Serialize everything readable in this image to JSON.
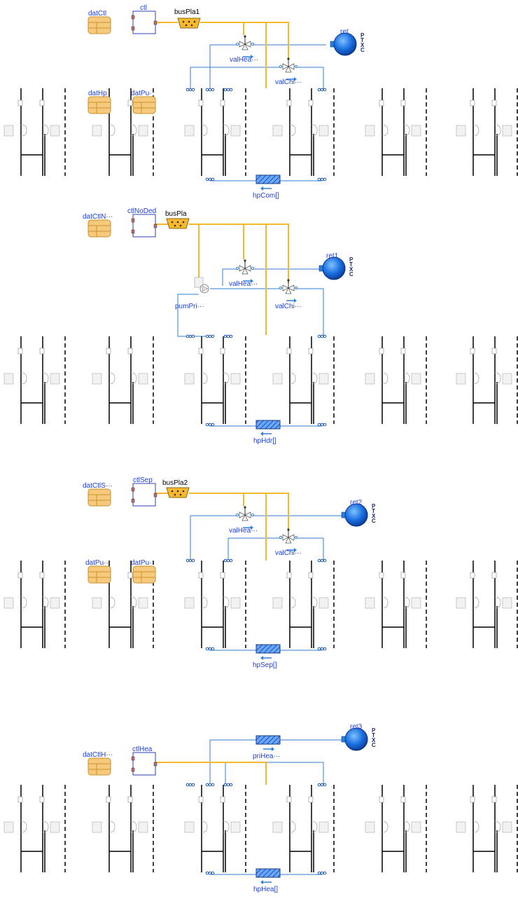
{
  "colors": {
    "connector_blue": "#2f7fd6",
    "bus_yellow": "#f5b82e",
    "record_orange": "#f7c97c",
    "label_blue": "#1f3fd8",
    "fluid_hatch": "#2f6fd0",
    "sink_blue": "#1a6fe0"
  },
  "icons": {
    "record": "record-icon",
    "controller": "controller-block-icon",
    "bus": "bus-connector-icon",
    "boundary": "fluid-boundary-icon",
    "valve": "three-way-valve-icon",
    "pipe": "pipe-component-icon",
    "pump": "pump-icon"
  },
  "section_common": {
    "record_ctl": "datCtl",
    "ctl": "ctl",
    "bus": "busPla1",
    "boundary": "ret",
    "valve_heat": "valHea···",
    "valve_chill": "valChi···",
    "record_hp": "datHp",
    "record_pump": "datPu·",
    "pipe": "hpCom[]"
  },
  "section_dedicated": {
    "record_ctl": "datCtlN···",
    "ctl": "ctlNoDed",
    "bus": "busPla",
    "boundary": "ret1",
    "valve_heat": "valHea···",
    "valve_chill": "valChi···",
    "pump": "pumPri···",
    "pipe": "hpHdr[]"
  },
  "section_separate": {
    "record_ctl": "datCtlS···",
    "ctl": "ctlSep",
    "bus": "busPla2",
    "boundary": "ret2",
    "valve_heat": "valHea···",
    "valve_chill": "valChi···",
    "record_pump_a": "datPu··",
    "record_pump_b": "datPu·",
    "pipe": "hpSep[]"
  },
  "section_heating": {
    "record_ctl": "datCtlH···",
    "ctl": "ctlHea",
    "boundary": "ret3",
    "pipe_primary": "priHea···",
    "pipe": "hpHea[]"
  },
  "boundary_ports": [
    "P",
    "T",
    "X",
    "C"
  ]
}
